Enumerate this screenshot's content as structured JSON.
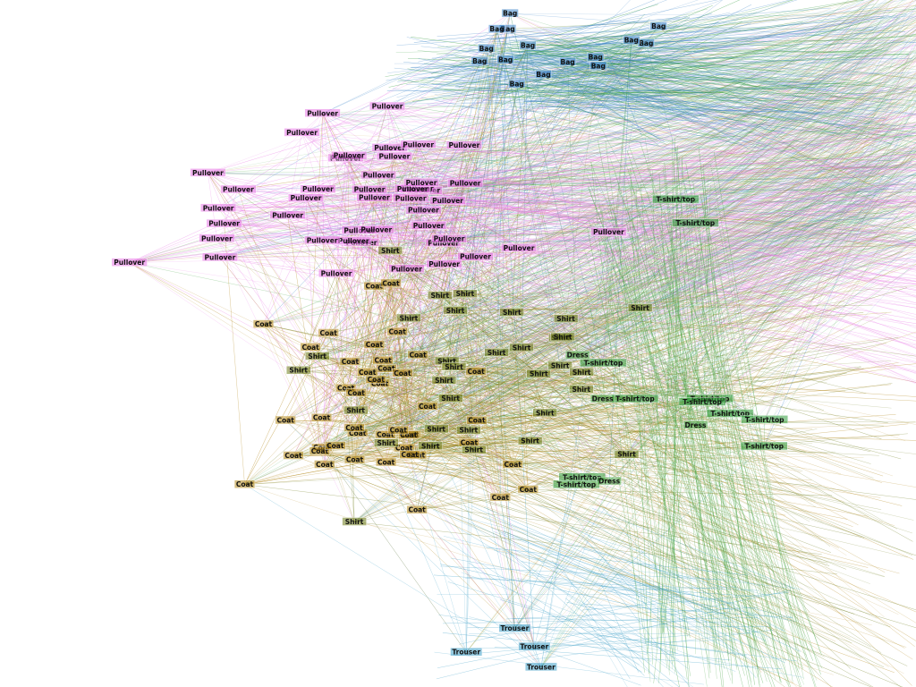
{
  "graph": {
    "palette": {
      "Pullover": "#e879e6",
      "Coat": "#b58a1e",
      "Shirt": "#6f7d1c",
      "T-shirt/top": "#2f9a3a",
      "Dress": "#4ea84a",
      "Bag": "#3c84c9",
      "Trouser": "#3fa0c8"
    },
    "background": "#ffffff",
    "nodes": [
      {
        "label": "Bag",
        "cls": "Bag"
      },
      {
        "label": "Bag",
        "cls": "Bag"
      },
      {
        "label": "Bag",
        "cls": "Bag"
      },
      {
        "label": "Bag",
        "cls": "Bag"
      },
      {
        "label": "Bag",
        "cls": "Bag"
      },
      {
        "label": "Bag",
        "cls": "Bag"
      },
      {
        "label": "Bag",
        "cls": "Bag"
      },
      {
        "label": "Bag",
        "cls": "Bag"
      },
      {
        "label": "Bag",
        "cls": "Bag"
      },
      {
        "label": "Bag",
        "cls": "Bag"
      },
      {
        "label": "Bag",
        "cls": "Bag"
      },
      {
        "label": "Bag",
        "cls": "Bag"
      },
      {
        "label": "Bag",
        "cls": "Bag"
      },
      {
        "label": "Bag",
        "cls": "Bag"
      },
      {
        "label": "Bag",
        "cls": "Bag"
      },
      {
        "label": "T-shirt/top",
        "cls": "T-shirt/top"
      },
      {
        "label": "T-shirt/top",
        "cls": "T-shirt/top"
      },
      {
        "label": "T-shirt/top",
        "cls": "T-shirt/top"
      },
      {
        "label": "T-shirt/top",
        "cls": "T-shirt/top"
      },
      {
        "label": "T-shirt/top",
        "cls": "T-shirt/top"
      },
      {
        "label": "T-shirt/top",
        "cls": "T-shirt/top"
      },
      {
        "label": "T-shirt/top",
        "cls": "T-shirt/top"
      },
      {
        "label": "T-shirt/top",
        "cls": "T-shirt/top"
      },
      {
        "label": "T-shirt/top",
        "cls": "T-shirt/top"
      },
      {
        "label": "T-shirt/top",
        "cls": "T-shirt/top"
      },
      {
        "label": "T-shirt/top",
        "cls": "T-shirt/top"
      },
      {
        "label": "Dress",
        "cls": "Dress"
      },
      {
        "label": "Dress",
        "cls": "Dress"
      },
      {
        "label": "Dress",
        "cls": "Dress"
      },
      {
        "label": "Dress",
        "cls": "Dress"
      },
      {
        "label": "Trouser",
        "cls": "Trouser"
      },
      {
        "label": "Trouser",
        "cls": "Trouser"
      },
      {
        "label": "Trouser",
        "cls": "Trouser"
      },
      {
        "label": "Trouser",
        "cls": "Trouser"
      },
      {
        "label": "Pullover",
        "cls": "Pullover"
      },
      {
        "label": "Pullover",
        "cls": "Pullover"
      },
      {
        "label": "Pullover",
        "cls": "Pullover"
      },
      {
        "label": "Pullover",
        "cls": "Pullover"
      },
      {
        "label": "Pullover",
        "cls": "Pullover"
      },
      {
        "label": "Pullover",
        "cls": "Pullover"
      },
      {
        "label": "Pullover",
        "cls": "Pullover"
      },
      {
        "label": "Pullover",
        "cls": "Pullover"
      },
      {
        "label": "Pullover",
        "cls": "Pullover"
      },
      {
        "label": "Pullover",
        "cls": "Pullover"
      },
      {
        "label": "Pullover",
        "cls": "Pullover"
      },
      {
        "label": "Pullover",
        "cls": "Pullover"
      },
      {
        "label": "Pullover",
        "cls": "Pullover"
      },
      {
        "label": "Pullover",
        "cls": "Pullover"
      },
      {
        "label": "Pullover",
        "cls": "Pullover"
      },
      {
        "label": "Pullover",
        "cls": "Pullover"
      },
      {
        "label": "Pullover",
        "cls": "Pullover"
      },
      {
        "label": "Pullover",
        "cls": "Pullover"
      },
      {
        "label": "Pullover",
        "cls": "Pullover"
      },
      {
        "label": "Pullover",
        "cls": "Pullover"
      },
      {
        "label": "Pullover",
        "cls": "Pullover"
      },
      {
        "label": "Pullover",
        "cls": "Pullover"
      },
      {
        "label": "Pullover",
        "cls": "Pullover"
      },
      {
        "label": "Pullover",
        "cls": "Pullover"
      },
      {
        "label": "Pullover",
        "cls": "Pullover"
      },
      {
        "label": "Pullover",
        "cls": "Pullover"
      },
      {
        "label": "Pullover",
        "cls": "Pullover"
      },
      {
        "label": "Pullover",
        "cls": "Pullover"
      },
      {
        "label": "Pullover",
        "cls": "Pullover"
      },
      {
        "label": "Pullover",
        "cls": "Pullover"
      },
      {
        "label": "Pullover",
        "cls": "Pullover"
      },
      {
        "label": "Pullover",
        "cls": "Pullover"
      },
      {
        "label": "Pullover",
        "cls": "Pullover"
      },
      {
        "label": "Pullover",
        "cls": "Pullover"
      },
      {
        "label": "Pullover",
        "cls": "Pullover"
      },
      {
        "label": "Pullover",
        "cls": "Pullover"
      },
      {
        "label": "Pullover",
        "cls": "Pullover"
      },
      {
        "label": "Pullover",
        "cls": "Pullover"
      },
      {
        "label": "Pullover",
        "cls": "Pullover"
      },
      {
        "label": "Pullover",
        "cls": "Pullover"
      },
      {
        "label": "Pullover",
        "cls": "Pullover"
      },
      {
        "label": "Pullover",
        "cls": "Pullover"
      },
      {
        "label": "Pullover",
        "cls": "Pullover"
      },
      {
        "label": "Pullover",
        "cls": "Pullover"
      },
      {
        "label": "Coat",
        "cls": "Coat"
      },
      {
        "label": "Coat",
        "cls": "Coat"
      },
      {
        "label": "Coat",
        "cls": "Coat"
      },
      {
        "label": "Coat",
        "cls": "Coat"
      },
      {
        "label": "Coat",
        "cls": "Coat"
      },
      {
        "label": "Coat",
        "cls": "Coat"
      },
      {
        "label": "Coat",
        "cls": "Coat"
      },
      {
        "label": "Coat",
        "cls": "Coat"
      },
      {
        "label": "Coat",
        "cls": "Coat"
      },
      {
        "label": "Coat",
        "cls": "Coat"
      },
      {
        "label": "Coat",
        "cls": "Coat"
      },
      {
        "label": "Coat",
        "cls": "Coat"
      },
      {
        "label": "Coat",
        "cls": "Coat"
      },
      {
        "label": "Coat",
        "cls": "Coat"
      },
      {
        "label": "Coat",
        "cls": "Coat"
      },
      {
        "label": "Coat",
        "cls": "Coat"
      },
      {
        "label": "Coat",
        "cls": "Coat"
      },
      {
        "label": "Coat",
        "cls": "Coat"
      },
      {
        "label": "Coat",
        "cls": "Coat"
      },
      {
        "label": "Coat",
        "cls": "Coat"
      },
      {
        "label": "Coat",
        "cls": "Coat"
      },
      {
        "label": "Coat",
        "cls": "Coat"
      },
      {
        "label": "Coat",
        "cls": "Coat"
      },
      {
        "label": "Coat",
        "cls": "Coat"
      },
      {
        "label": "Coat",
        "cls": "Coat"
      },
      {
        "label": "Coat",
        "cls": "Coat"
      },
      {
        "label": "Coat",
        "cls": "Coat"
      },
      {
        "label": "Coat",
        "cls": "Coat"
      },
      {
        "label": "Coat",
        "cls": "Coat"
      },
      {
        "label": "Coat",
        "cls": "Coat"
      },
      {
        "label": "Coat",
        "cls": "Coat"
      },
      {
        "label": "Coat",
        "cls": "Coat"
      },
      {
        "label": "Coat",
        "cls": "Coat"
      },
      {
        "label": "Coat",
        "cls": "Coat"
      },
      {
        "label": "Coat",
        "cls": "Coat"
      },
      {
        "label": "Coat",
        "cls": "Coat"
      },
      {
        "label": "Coat",
        "cls": "Coat"
      },
      {
        "label": "Coat",
        "cls": "Coat"
      },
      {
        "label": "Coat",
        "cls": "Coat"
      },
      {
        "label": "Coat",
        "cls": "Coat"
      },
      {
        "label": "Coat",
        "cls": "Coat"
      },
      {
        "label": "Coat",
        "cls": "Coat"
      },
      {
        "label": "Coat",
        "cls": "Coat"
      },
      {
        "label": "Coat",
        "cls": "Coat"
      },
      {
        "label": "Shirt",
        "cls": "Shirt"
      },
      {
        "label": "Shirt",
        "cls": "Shirt"
      },
      {
        "label": "Shirt",
        "cls": "Shirt"
      },
      {
        "label": "Shirt",
        "cls": "Shirt"
      },
      {
        "label": "Shirt",
        "cls": "Shirt"
      },
      {
        "label": "Shirt",
        "cls": "Shirt"
      },
      {
        "label": "Shirt",
        "cls": "Shirt"
      },
      {
        "label": "Shirt",
        "cls": "Shirt"
      },
      {
        "label": "Shirt",
        "cls": "Shirt"
      },
      {
        "label": "Shirt",
        "cls": "Shirt"
      },
      {
        "label": "Shirt",
        "cls": "Shirt"
      },
      {
        "label": "Shirt",
        "cls": "Shirt"
      },
      {
        "label": "Shirt",
        "cls": "Shirt"
      },
      {
        "label": "Shirt",
        "cls": "Shirt"
      },
      {
        "label": "Shirt",
        "cls": "Shirt"
      },
      {
        "label": "Shirt",
        "cls": "Shirt"
      },
      {
        "label": "Shirt",
        "cls": "Shirt"
      },
      {
        "label": "Shirt",
        "cls": "Shirt"
      },
      {
        "label": "Shirt",
        "cls": "Shirt"
      },
      {
        "label": "Shirt",
        "cls": "Shirt"
      },
      {
        "label": "Shirt",
        "cls": "Shirt"
      },
      {
        "label": "Shirt",
        "cls": "Shirt"
      },
      {
        "label": "Shirt",
        "cls": "Shirt"
      },
      {
        "label": "Shirt",
        "cls": "Shirt"
      },
      {
        "label": "Shirt",
        "cls": "Shirt"
      },
      {
        "label": "Shirt",
        "cls": "Shirt"
      },
      {
        "label": "Shirt",
        "cls": "Shirt"
      },
      {
        "label": "Shirt",
        "cls": "Shirt"
      },
      {
        "label": "Shirt",
        "cls": "Shirt"
      },
      {
        "label": "Shirt",
        "cls": "Shirt"
      },
      {
        "label": "Shirt",
        "cls": "Shirt"
      },
      {
        "label": "Shirt",
        "cls": "Shirt"
      }
    ]
  }
}
